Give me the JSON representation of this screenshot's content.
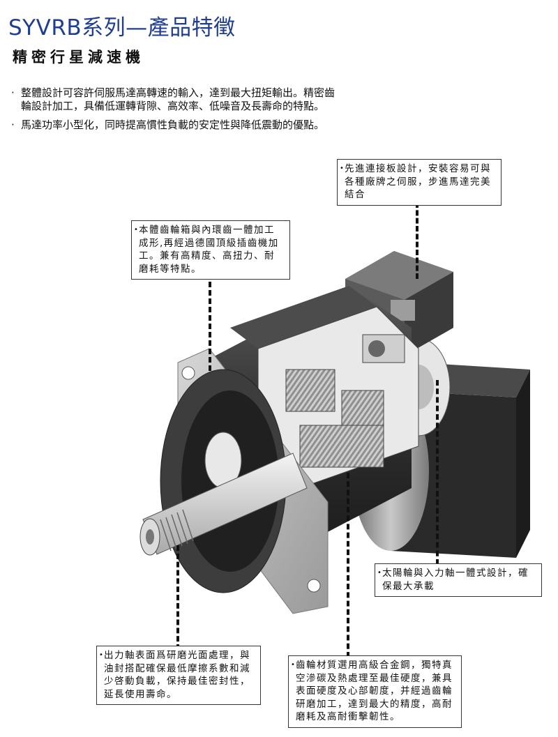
{
  "header": {
    "title": "SYVRB系列—產品特徵",
    "subtitle": "精密行星減速機"
  },
  "features": [
    "整體設計可容許伺服馬達高轉速的輸入，達到最大扭矩輸出。精密齒輪設計加工，具備低運轉背隙、高效率、低噪音及長壽命的特點。",
    "馬達功率小型化，同時提高慣性負載的安定性與降低震動的優點。"
  ],
  "callouts": {
    "adapter_plate": "先進連接板設計，安裝容易可與各種廠牌之伺服，步進馬達完美結合",
    "gearbox_body": "本體齒輪箱與內環齒一體加工成形,再經過德國頂級插齒機加工。兼有高精度、高扭力、耐磨耗等特點。",
    "sun_gear": "太陽輪與入力軸一體式設計，確保最大承載",
    "output_shaft": "出力軸表面爲研磨光面處理，與油封搭配確保最低摩擦系數和減少啓動負載，保持最佳密封性，延長使用壽命。",
    "gear_material": "齒輪材質選用高級合金鋼，獨特真空滲碳及熱處理至最佳硬度，兼具表面硬度及心部韌度，并經過齒輪研磨加工，達到最大的精度，高耐磨耗及高耐衝擊韌性。"
  },
  "illustration": {
    "subject": "planetary-gearbox-cutaway",
    "colors": {
      "dark": "#3a3a3a",
      "mid": "#8c8c8c",
      "light": "#d9d9d9",
      "highlight": "#f2f2f2"
    }
  }
}
